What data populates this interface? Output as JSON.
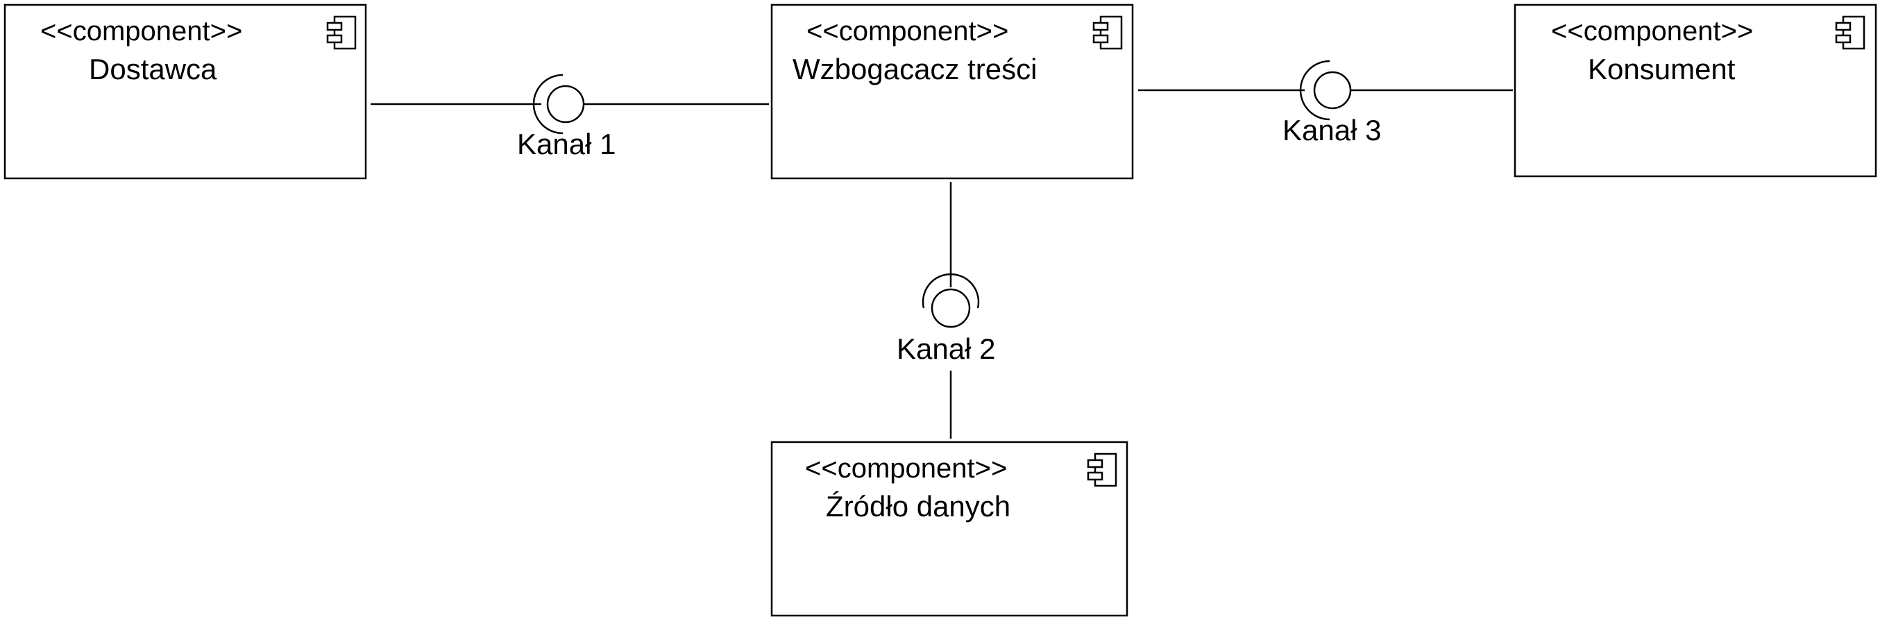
{
  "diagram": {
    "type": "UML component diagram",
    "components": [
      {
        "id": "dostawca",
        "stereotype": "<<component>>",
        "name": "Dostawca"
      },
      {
        "id": "wzbogacacz",
        "stereotype": "<<component>>",
        "name": "Wzbogacacz treści"
      },
      {
        "id": "konsument",
        "stereotype": "<<component>>",
        "name": "Konsument"
      },
      {
        "id": "zrodlo",
        "stereotype": "<<component>>",
        "name": "Źródło danych"
      }
    ],
    "channels": [
      {
        "id": "kanal1",
        "label": "Kanał 1",
        "between": [
          "Dostawca",
          "Wzbogacacz treści"
        ]
      },
      {
        "id": "kanal2",
        "label": "Kanał 2",
        "between": [
          "Wzbogacacz treści",
          "Źródło danych"
        ]
      },
      {
        "id": "kanal3",
        "label": "Kanał 3",
        "between": [
          "Wzbogacacz treści",
          "Konsument"
        ]
      }
    ]
  }
}
